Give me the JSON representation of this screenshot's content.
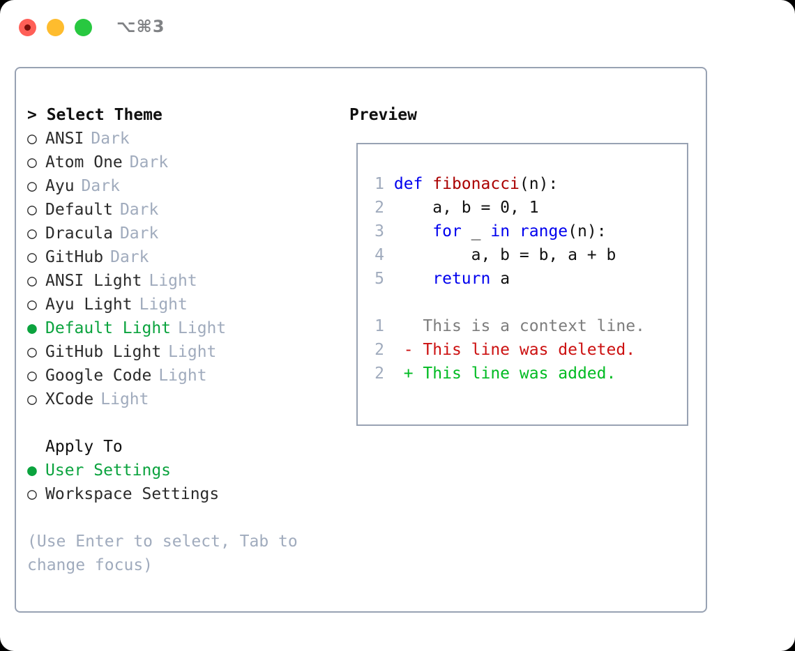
{
  "window": {
    "title_shortcut": "⌥⌘3",
    "traffic_lights": {
      "close": "close-button",
      "minimize": "minimize-button",
      "maximize": "maximize-button"
    },
    "colors": {
      "close": "#ff5f57",
      "minimize": "#febc2e",
      "maximize": "#28c840",
      "close_inner": "#7a0f0b",
      "panel_border": "#98a2b3",
      "accent_green": "#0ba33e",
      "muted": "#a0abbd"
    }
  },
  "theme_picker": {
    "header": "> Select Theme",
    "items": [
      {
        "marker": "○",
        "name": "ANSI",
        "tag": "Dark",
        "selected": false
      },
      {
        "marker": "○",
        "name": "Atom One",
        "tag": "Dark",
        "selected": false
      },
      {
        "marker": "○",
        "name": "Ayu",
        "tag": "Dark",
        "selected": false
      },
      {
        "marker": "○",
        "name": "Default",
        "tag": "Dark",
        "selected": false
      },
      {
        "marker": "○",
        "name": "Dracula",
        "tag": "Dark",
        "selected": false
      },
      {
        "marker": "○",
        "name": "GitHub",
        "tag": "Dark",
        "selected": false
      },
      {
        "marker": "○",
        "name": "ANSI Light",
        "tag": "Light",
        "selected": false
      },
      {
        "marker": "○",
        "name": "Ayu Light",
        "tag": "Light",
        "selected": false
      },
      {
        "marker": "●",
        "name": "Default Light",
        "tag": "Light",
        "selected": true
      },
      {
        "marker": "○",
        "name": "GitHub Light",
        "tag": "Light",
        "selected": false
      },
      {
        "marker": "○",
        "name": "Google Code",
        "tag": "Light",
        "selected": false
      },
      {
        "marker": "○",
        "name": "XCode",
        "tag": "Light",
        "selected": false
      }
    ]
  },
  "apply_to": {
    "label": "Apply To",
    "items": [
      {
        "marker": "●",
        "name": "User Settings",
        "selected": true
      },
      {
        "marker": "○",
        "name": "Workspace Settings",
        "selected": false
      }
    ]
  },
  "hint": "(Use Enter to select, Tab to change focus)",
  "preview": {
    "title": "Preview",
    "code_lines": [
      {
        "no": "1",
        "tokens": [
          {
            "t": "def",
            "c": "kw"
          },
          {
            "t": " ",
            "c": "plain"
          },
          {
            "t": "fibonacci",
            "c": "fn"
          },
          {
            "t": "(n):",
            "c": "plain"
          }
        ]
      },
      {
        "no": "2",
        "tokens": [
          {
            "t": "    a, b = 0, 1",
            "c": "plain"
          }
        ]
      },
      {
        "no": "3",
        "tokens": [
          {
            "t": "    ",
            "c": "plain"
          },
          {
            "t": "for",
            "c": "kw"
          },
          {
            "t": " _ ",
            "c": "plain"
          },
          {
            "t": "in",
            "c": "kw"
          },
          {
            "t": " ",
            "c": "plain"
          },
          {
            "t": "range",
            "c": "kw"
          },
          {
            "t": "(n):",
            "c": "plain"
          }
        ]
      },
      {
        "no": "4",
        "tokens": [
          {
            "t": "        a, b = b, a + b",
            "c": "plain"
          }
        ]
      },
      {
        "no": "5",
        "tokens": [
          {
            "t": "    ",
            "c": "plain"
          },
          {
            "t": "return",
            "c": "kw"
          },
          {
            "t": " a",
            "c": "plain"
          }
        ]
      }
    ],
    "diff_lines": [
      {
        "no": "1",
        "prefix": "  ",
        "text": "This is a context line.",
        "kind": "diff-ctx"
      },
      {
        "no": "2",
        "prefix": "- ",
        "text": "This line was deleted.",
        "kind": "diff-del"
      },
      {
        "no": "2",
        "prefix": "+ ",
        "text": "This line was added.",
        "kind": "diff-add"
      }
    ]
  }
}
